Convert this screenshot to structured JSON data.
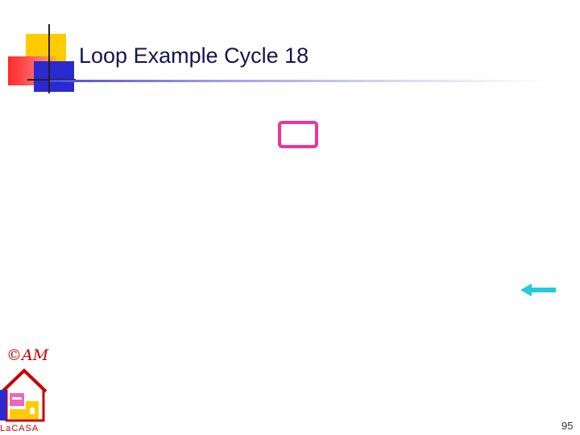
{
  "slide": {
    "title": "Loop Example Cycle 18",
    "page_number": "95"
  },
  "footer": {
    "copyright": "©AM",
    "logo_text": "LaCASA"
  },
  "colors": {
    "title": "#141450",
    "pink_box": "#ee3399",
    "arrow": "#22ccdd",
    "logo_red": "#cc0000",
    "template_yellow": "#ffcc00",
    "template_red": "#ff2a2a",
    "template_blue": "#2a2ad0"
  },
  "icons": {
    "highlight_box": "pink-rounded-rectangle",
    "pointer": "left-arrow"
  }
}
